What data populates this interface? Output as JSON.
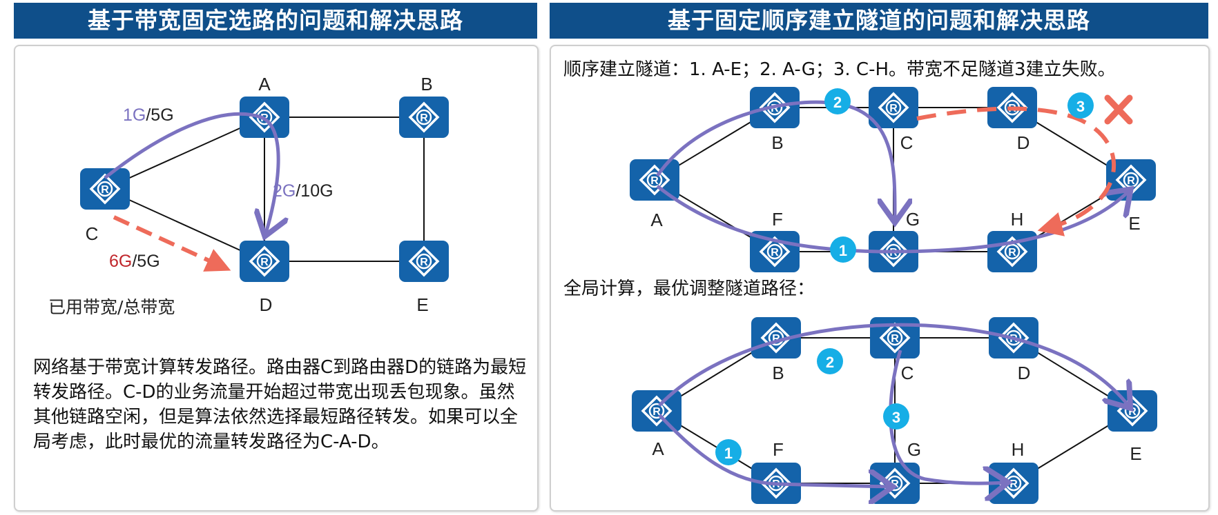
{
  "left_panel": {
    "title": "基于带宽固定选路的问题和解决思路",
    "nodes": {
      "A": "A",
      "B": "B",
      "C": "C",
      "D": "D",
      "E": "E"
    },
    "bw_ca_used": "1G",
    "bw_ca_total": "/5G",
    "bw_ad_used": "2G",
    "bw_ad_total": "/10G",
    "bw_cd_used": "6G",
    "bw_cd_total": "/5G",
    "legend": "已用带宽/总带宽",
    "description": "网络基于带宽计算转发路径。路由器C到路由器D的链路为最短转发路径。C-D的业务流量开始超过带宽出现丢包现象。虽然其他链路空闲，但是算法依然选择最短路径转发。如果可以全局考虑，此时最优的流量转发路径为C-A-D。"
  },
  "right_panel": {
    "title": "基于固定顺序建立隧道的问题和解决思路",
    "sequence_text": "顺序建立隧道：1. A-E；2. A-G；3. C-H。带宽不足隧道3建立失败。",
    "global_text": "全局计算，最优调整隧道路径：",
    "nodes": {
      "A": "A",
      "B": "B",
      "C": "C",
      "D": "D",
      "E": "E",
      "F": "F",
      "G": "G",
      "H": "H"
    },
    "tunnel_badges": [
      "1",
      "2",
      "3"
    ]
  },
  "colors": {
    "header_bg": "#0f4f8a",
    "router_bg": "#1463aa",
    "tunnel_purple": "#7b72c0",
    "failed_red": "#ee6b5a",
    "badge_cyan": "#16aee6",
    "over_red": "#c0262b"
  },
  "icons": {
    "router": "router-icon",
    "fail": "cross-icon"
  }
}
